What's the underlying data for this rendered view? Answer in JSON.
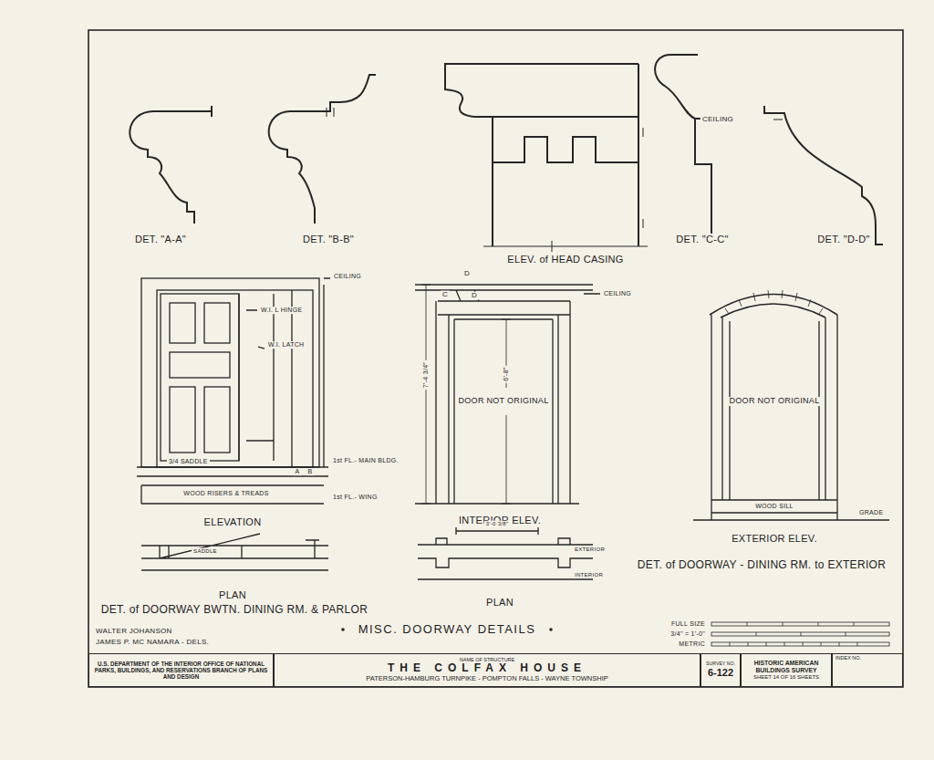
{
  "diagram": {
    "title": "MISC. DOORWAY DETAILS",
    "nodes": [
      {
        "text": [
          "U.S. DEPARTMENT OF THE INTERIOR OFFICE OF NATIONAL PARKS, BUILDINGS, AND RESERVATIONS BRANCH OF PLANS AND DESIGN"
        ]
      },
      {
        "text": [
          "NAME OF STRUCTURE",
          "THE COLFAX HOUSE",
          "PATERSON-HAMBURG TURNPIKE - POMPTON FALLS - WAYNE TOWNSHIP"
        ]
      },
      {
        "text": [
          "SURVEY NO.",
          "6-122"
        ]
      },
      {
        "text": [
          "HISTORIC AMERICAN BUILDINGS SURVEY",
          "SHEET 14 OF 16 SHEETS"
        ]
      },
      {
        "text": [
          "INDEX NO."
        ]
      }
    ],
    "labels": [
      "DET. \"A-A\"",
      "DET. \"B-B\"",
      "ELEV. of HEAD CASING",
      "DET. \"C-C\"",
      "DET. \"D-D\"",
      "CEILING",
      "CEILING",
      "W.I. L HINGE",
      "W.I. LATCH",
      "1st FL.- MAIN BLDG.",
      "1st FL.- WING",
      "WOOD RISERS & TREADS",
      "3/4 SADDLE",
      "A",
      "B",
      "ELEVATION",
      "SADDLE",
      "PLAN",
      "DET. of DOORWAY BWTN. DINING RM. & PARLOR",
      "D",
      "D",
      "C",
      "CEILING",
      "DOOR NOT ORIGINAL",
      "6'-8\"",
      "7'-4 3/4\"",
      "INTERIOR ELEV.",
      "EXTERIOR",
      "INTERIOR",
      "3'-0 3/8\"",
      "PLAN",
      "DOOR NOT ORIGINAL",
      "WOOD SILL",
      "GRADE",
      "EXTERIOR ELEV.",
      "DET. of DOORWAY - DINING RM. to EXTERIOR",
      "WALTER JOHANSON",
      "JAMES P. MC NAMARA - DELS.",
      "FULL SIZE",
      "3/4\" = 1'-0\"",
      "METRIC"
    ]
  }
}
